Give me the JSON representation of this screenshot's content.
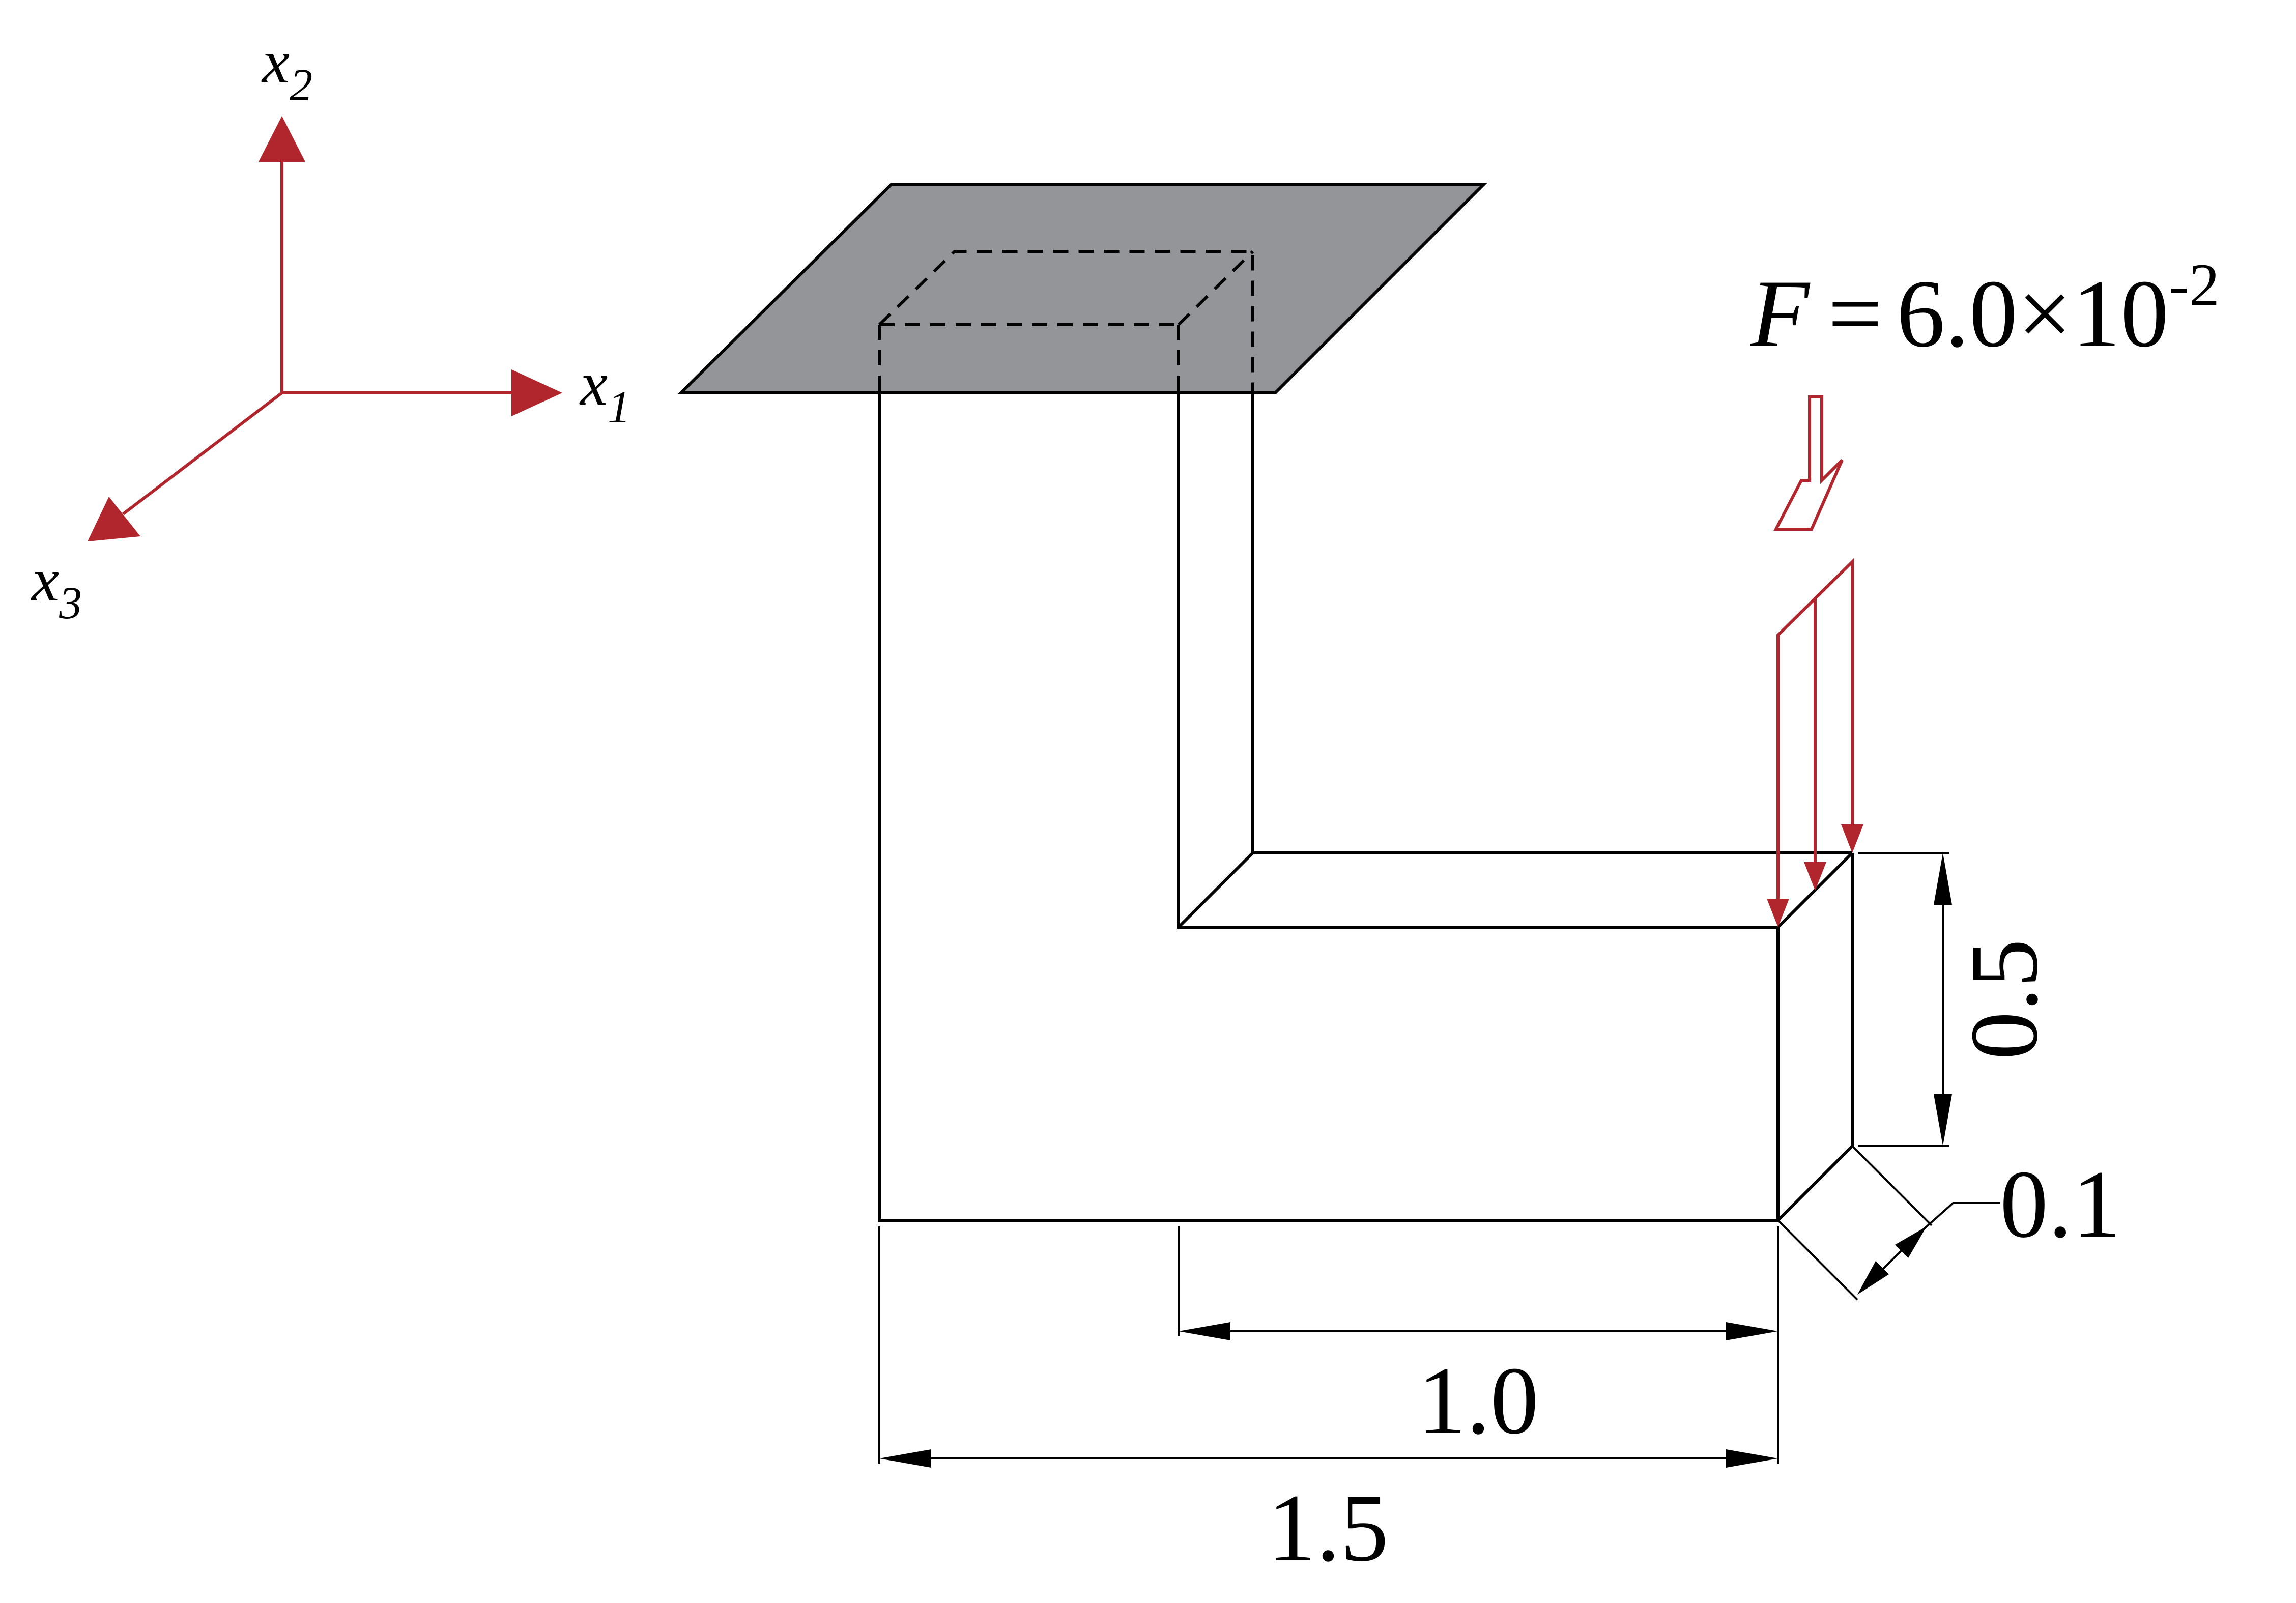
{
  "axes": {
    "x1_base": "x",
    "x1_sub": "1",
    "x2_base": "x",
    "x2_sub": "2",
    "x3_base": "x",
    "x3_sub": "3"
  },
  "load": {
    "symbol": "F",
    "equals": "=",
    "mantissa": "6.0×10",
    "exponent": "-2"
  },
  "dimensions": {
    "total_length": "1.5",
    "arm_length": "1.0",
    "height": "0.5",
    "thickness": "0.1"
  },
  "colors": {
    "accent": "#b1262c",
    "support_fill": "#939598",
    "line": "#000000"
  }
}
